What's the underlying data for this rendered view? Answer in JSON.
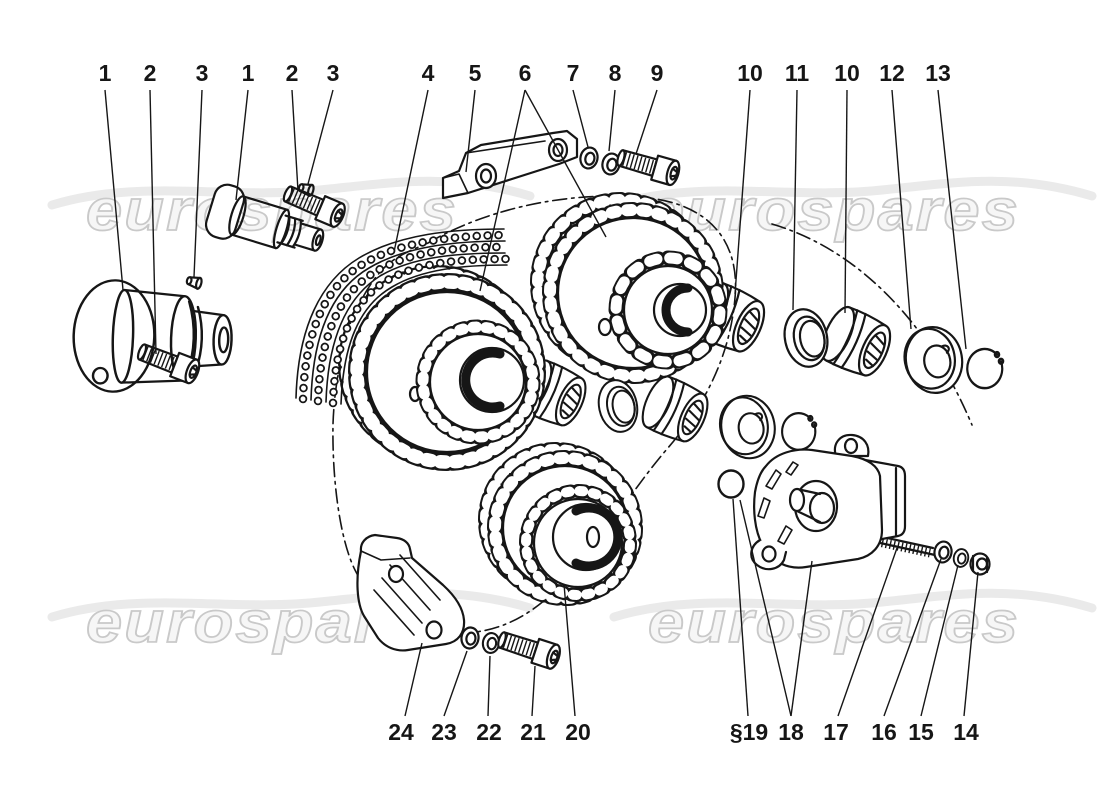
{
  "watermark": {
    "text": "eurospares",
    "fill": "#f6f6f6",
    "outline": "#c9c9c9",
    "swoosh_color": "#eaeaea"
  },
  "colors": {
    "line": "#161616",
    "background": "#ffffff",
    "label": "#161616"
  },
  "callouts": {
    "top": [
      "1",
      "2",
      "3",
      "1",
      "2",
      "3",
      "4",
      "5",
      "6",
      "7",
      "8",
      "9",
      "10",
      "11",
      "10",
      "12",
      "13"
    ],
    "bottom": [
      "24",
      "23",
      "22",
      "21",
      "20",
      "§19",
      "18",
      "17",
      "16",
      "15",
      "14"
    ]
  }
}
